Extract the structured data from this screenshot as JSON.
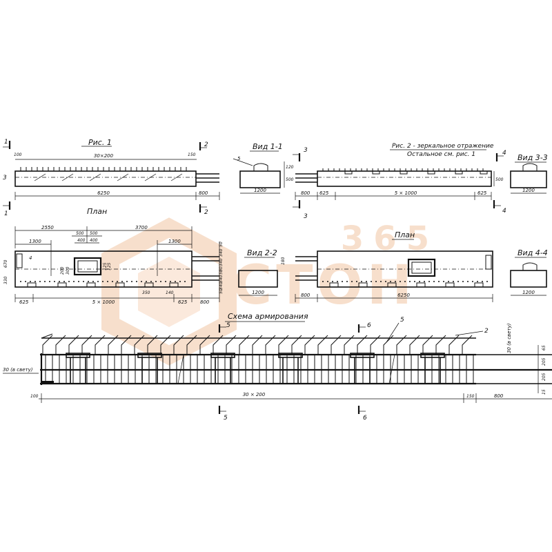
{
  "watermark": {
    "brand_digits": "365",
    "brand_word": "СТОН",
    "color": "#f2c6a4"
  },
  "fig1": {
    "title": "Рис. 1",
    "spacing": "30×200",
    "left_offset": "100",
    "right_offset": "150",
    "total_length": "6250",
    "projection": "800",
    "section_marks": [
      "1",
      "1",
      "2",
      "2",
      "3"
    ]
  },
  "view11": {
    "title": "Вид 1-1",
    "width": "1200",
    "dims": [
      "120",
      "500"
    ],
    "mark": "5"
  },
  "fig2": {
    "title": "Рис. 2 - зеркальное отражение",
    "subtitle": "Остальное см. рис. 1",
    "dims": [
      "800",
      "625",
      "5 × 1000",
      "625"
    ],
    "height": "500",
    "section_marks": [
      "3",
      "3",
      "4",
      "4"
    ]
  },
  "view33": {
    "title": "Вид 3-3",
    "width": "1200"
  },
  "plan1": {
    "title": "План",
    "top_dims": [
      "2550",
      "3700",
      "500",
      "500",
      "400",
      "400",
      "1300",
      "1300"
    ],
    "bottom_dims": [
      "625",
      "5 × 1000",
      "625",
      "800"
    ],
    "small_dims": [
      "350",
      "140",
      "200",
      "300",
      "125",
      "125"
    ],
    "side_dims": [
      "670",
      "330"
    ],
    "right_dims": [
      "50",
      "340",
      "340",
      "50",
      "50",
      "340",
      "340",
      "50"
    ],
    "mark": "4"
  },
  "view22": {
    "title": "Вид 2-2",
    "width": "1200",
    "dim": "180"
  },
  "plan2": {
    "title": "План",
    "dims": [
      "800",
      "6250"
    ]
  },
  "view44": {
    "title": "Вид 4-4",
    "width": "1200"
  },
  "scheme": {
    "title": "Схема армирования",
    "left_label": "30 (в свету)",
    "right_label": "30 (в свету)",
    "bottom_dims": [
      "100",
      "30 × 200",
      "150",
      "800"
    ],
    "right_dims": [
      "65",
      "205",
      "205",
      "15"
    ],
    "marks": [
      "5",
      "6",
      "5",
      "2",
      "5",
      "6"
    ]
  }
}
